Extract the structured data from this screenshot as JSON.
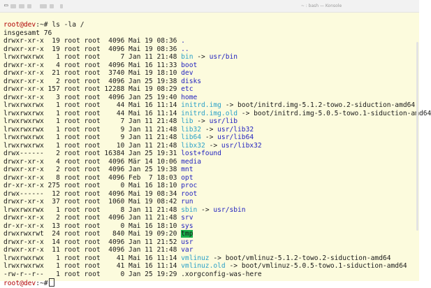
{
  "window": {
    "title": "~ : bash — Konsole"
  },
  "terminal": {
    "prompt": {
      "user_host": "root@dev",
      "path": ":~#"
    },
    "command": " ls -la /",
    "total": "insgesamt 76",
    "entries": [
      {
        "meta": "drwxr-xr-x  19 root root  4096 Mai 19 08:36 ",
        "name": ".",
        "type": "dir",
        "arrow": "",
        "target": "",
        "ttype": ""
      },
      {
        "meta": "drwxr-xr-x  19 root root  4096 Mai 19 08:36 ",
        "name": "..",
        "type": "dir",
        "arrow": "",
        "target": "",
        "ttype": ""
      },
      {
        "meta": "lrwxrwxrwx   1 root root     7 Jan 11 21:48 ",
        "name": "bin",
        "type": "link",
        "arrow": " -> ",
        "target": "usr/bin",
        "ttype": "dir"
      },
      {
        "meta": "drwxr-xr-x   4 root root  4096 Mai 16 11:33 ",
        "name": "boot",
        "type": "dir",
        "arrow": "",
        "target": "",
        "ttype": ""
      },
      {
        "meta": "drwxr-xr-x  21 root root  3740 Mai 19 18:10 ",
        "name": "dev",
        "type": "dir",
        "arrow": "",
        "target": "",
        "ttype": ""
      },
      {
        "meta": "drwxr-xr-x   2 root root  4096 Jan 25 19:38 ",
        "name": "disks",
        "type": "dir",
        "arrow": "",
        "target": "",
        "ttype": ""
      },
      {
        "meta": "drwxr-xr-x 157 root root 12288 Mai 19 08:29 ",
        "name": "etc",
        "type": "dir",
        "arrow": "",
        "target": "",
        "ttype": ""
      },
      {
        "meta": "drwxr-xr-x   3 root root  4096 Jan 25 19:40 ",
        "name": "home",
        "type": "dir",
        "arrow": "",
        "target": "",
        "ttype": ""
      },
      {
        "meta": "lrwxrwxrwx   1 root root    44 Mai 16 11:14 ",
        "name": "initrd.img",
        "type": "link",
        "arrow": " -> ",
        "target": "boot/initrd.img-5.1.2-towo.2-siduction-amd64",
        "ttype": "file"
      },
      {
        "meta": "lrwxrwxrwx   1 root root    44 Mai 16 11:14 ",
        "name": "initrd.img.old",
        "type": "link",
        "arrow": " -> ",
        "target": "boot/initrd.img-5.0.5-towo.1-siduction-amd64",
        "ttype": "file"
      },
      {
        "meta": "lrwxrwxrwx   1 root root     7 Jan 11 21:48 ",
        "name": "lib",
        "type": "link",
        "arrow": " -> ",
        "target": "usr/lib",
        "ttype": "dir"
      },
      {
        "meta": "lrwxrwxrwx   1 root root     9 Jan 11 21:48 ",
        "name": "lib32",
        "type": "link",
        "arrow": " -> ",
        "target": "usr/lib32",
        "ttype": "dir"
      },
      {
        "meta": "lrwxrwxrwx   1 root root     9 Jan 11 21:48 ",
        "name": "lib64",
        "type": "link",
        "arrow": " -> ",
        "target": "usr/lib64",
        "ttype": "dir"
      },
      {
        "meta": "lrwxrwxrwx   1 root root    10 Jan 11 21:48 ",
        "name": "libx32",
        "type": "link",
        "arrow": " -> ",
        "target": "usr/libx32",
        "ttype": "dir"
      },
      {
        "meta": "drwx------   2 root root 16384 Jan 25 19:31 ",
        "name": "lost+found",
        "type": "dir",
        "arrow": "",
        "target": "",
        "ttype": ""
      },
      {
        "meta": "drwxr-xr-x   4 root root  4096 Mär 14 10:06 ",
        "name": "media",
        "type": "dir",
        "arrow": "",
        "target": "",
        "ttype": ""
      },
      {
        "meta": "drwxr-xr-x   2 root root  4096 Jan 25 19:38 ",
        "name": "mnt",
        "type": "dir",
        "arrow": "",
        "target": "",
        "ttype": ""
      },
      {
        "meta": "drwxr-xr-x   8 root root  4096 Feb  7 18:03 ",
        "name": "opt",
        "type": "dir",
        "arrow": "",
        "target": "",
        "ttype": ""
      },
      {
        "meta": "dr-xr-xr-x 275 root root     0 Mai 16 18:10 ",
        "name": "proc",
        "type": "dir",
        "arrow": "",
        "target": "",
        "ttype": ""
      },
      {
        "meta": "drwx------  12 root root  4096 Mai 19 08:34 ",
        "name": "root",
        "type": "dir",
        "arrow": "",
        "target": "",
        "ttype": ""
      },
      {
        "meta": "drwxr-xr-x  37 root root  1060 Mai 19 08:42 ",
        "name": "run",
        "type": "dir",
        "arrow": "",
        "target": "",
        "ttype": ""
      },
      {
        "meta": "lrwxrwxrwx   1 root root     8 Jan 11 21:48 ",
        "name": "sbin",
        "type": "link",
        "arrow": " -> ",
        "target": "usr/sbin",
        "ttype": "dir"
      },
      {
        "meta": "drwxr-xr-x   2 root root  4096 Jan 11 21:48 ",
        "name": "srv",
        "type": "dir",
        "arrow": "",
        "target": "",
        "ttype": ""
      },
      {
        "meta": "dr-xr-xr-x  13 root root     0 Mai 16 18:10 ",
        "name": "sys",
        "type": "dir",
        "arrow": "",
        "target": "",
        "ttype": ""
      },
      {
        "meta": "drwxrwxrwt  24 root root   840 Mai 19 09:20 ",
        "name": "tmp",
        "type": "sticky",
        "arrow": "",
        "target": "",
        "ttype": ""
      },
      {
        "meta": "drwxr-xr-x  14 root root  4096 Jan 11 21:52 ",
        "name": "usr",
        "type": "dir",
        "arrow": "",
        "target": "",
        "ttype": ""
      },
      {
        "meta": "drwxr-xr-x  11 root root  4096 Jan 11 21:48 ",
        "name": "var",
        "type": "dir",
        "arrow": "",
        "target": "",
        "ttype": ""
      },
      {
        "meta": "lrwxrwxrwx   1 root root    41 Mai 16 11:14 ",
        "name": "vmlinuz",
        "type": "link",
        "arrow": " -> ",
        "target": "boot/vmlinuz-5.1.2-towo.2-siduction-amd64",
        "ttype": "file"
      },
      {
        "meta": "lrwxrwxrwx   1 root root    41 Mai 16 11:14 ",
        "name": "vmlinuz.old",
        "type": "link",
        "arrow": " -> ",
        "target": "boot/vmlinuz-5.0.5-towo.1-siduction-amd64",
        "ttype": "file"
      },
      {
        "meta": "-rw-r--r--   1 root root     0 Jan 25 19:29 ",
        "name": ".xorgconfig-was-here",
        "type": "file",
        "arrow": "",
        "target": "",
        "ttype": ""
      }
    ]
  },
  "colors": {
    "background": "#fcfbdd",
    "prompt_user": "#b00000",
    "directory": "#1f1fbf",
    "symlink": "#2aa0c8",
    "sticky_bg": "#19b24a"
  }
}
